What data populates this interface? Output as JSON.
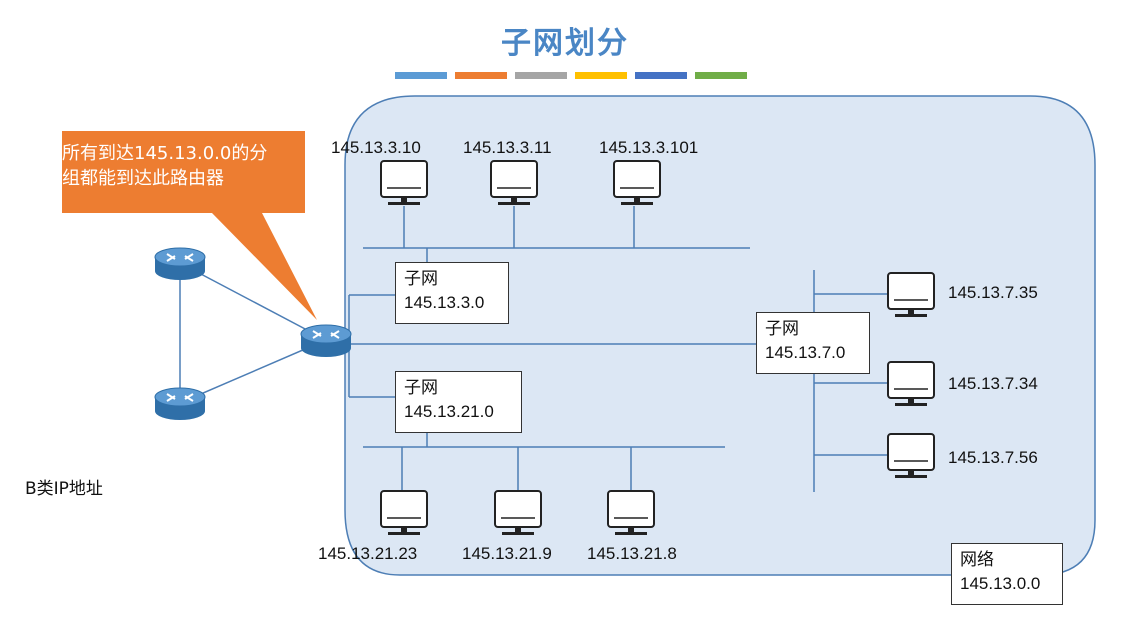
{
  "title": "子网划分",
  "title_color": "#4a86c5",
  "color_bar": [
    "#5b9bd5",
    "#ed7d31",
    "#a5a5a5",
    "#ffc000",
    "#4472c4",
    "#70ad47"
  ],
  "callout": {
    "line1": "所有到达145.13.0.0的分",
    "line2": "组都能到达此路由器",
    "color": "#ed7d31"
  },
  "network_box": {
    "line1": "网络",
    "line2": "145.13.0.0"
  },
  "subnets": {
    "s1": {
      "line1": "子网",
      "line2": "145.13.3.0"
    },
    "s2": {
      "line1": "子网",
      "line2": "145.13.21.0"
    },
    "s3": {
      "line1": "子网",
      "line2": "145.13.7.0"
    }
  },
  "hosts": {
    "h1": "145.13.3.10",
    "h2": "145.13.3.11",
    "h3": "145.13.3.101",
    "h4": "145.13.21.23",
    "h5": "145.13.21.9",
    "h6": "145.13.21.8",
    "h7": "145.13.7.35",
    "h8": "145.13.7.34",
    "h9": "145.13.7.56"
  },
  "class_label": "B类IP地址",
  "icons": [
    "router-icon",
    "computer-icon"
  ]
}
